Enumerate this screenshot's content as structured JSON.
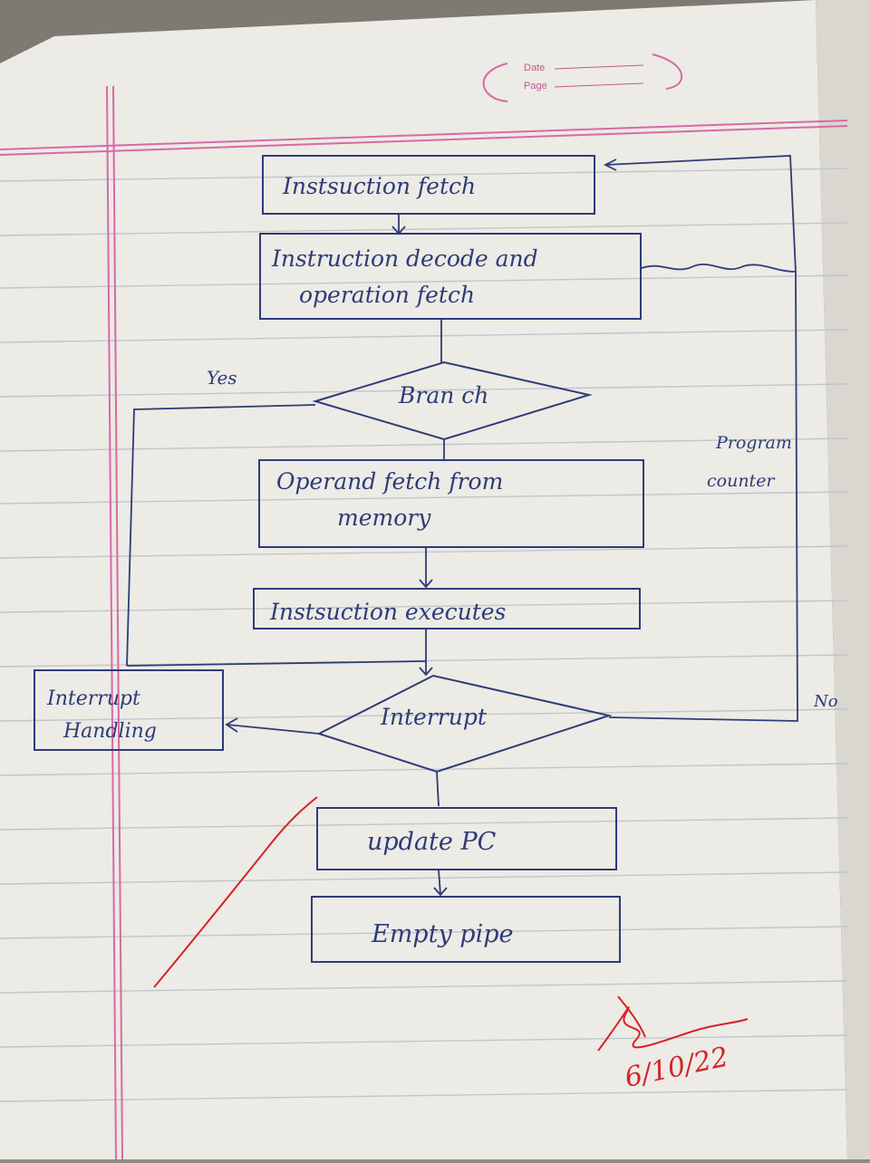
{
  "header": {
    "date_label": "Date",
    "page_label": "Page"
  },
  "flowchart": {
    "instruction_fetch": "Instsuction fetch",
    "decode_line1": "Instruction decode and",
    "decode_line2": "operation fetch",
    "branch": "Bran ch",
    "yes_label": "Yes",
    "operand_line1": "Operand fetch from",
    "operand_line2": "memory",
    "execute": "Instsuction executes",
    "interrupt": "Interrupt",
    "handling_line1": "Interrupt",
    "handling_line2": "Handling",
    "no_label": "No",
    "update_pc": "update PC",
    "empty_pipe": "Empty pipe",
    "pc_line1": "Program",
    "pc_line2": "counter"
  },
  "signature": {
    "date": "6/10/22"
  },
  "colors": {
    "ink": "#2f3b78",
    "margin_pink": "#d76aa6",
    "teacher_red": "#d5232a",
    "paper": "#efeee8"
  }
}
